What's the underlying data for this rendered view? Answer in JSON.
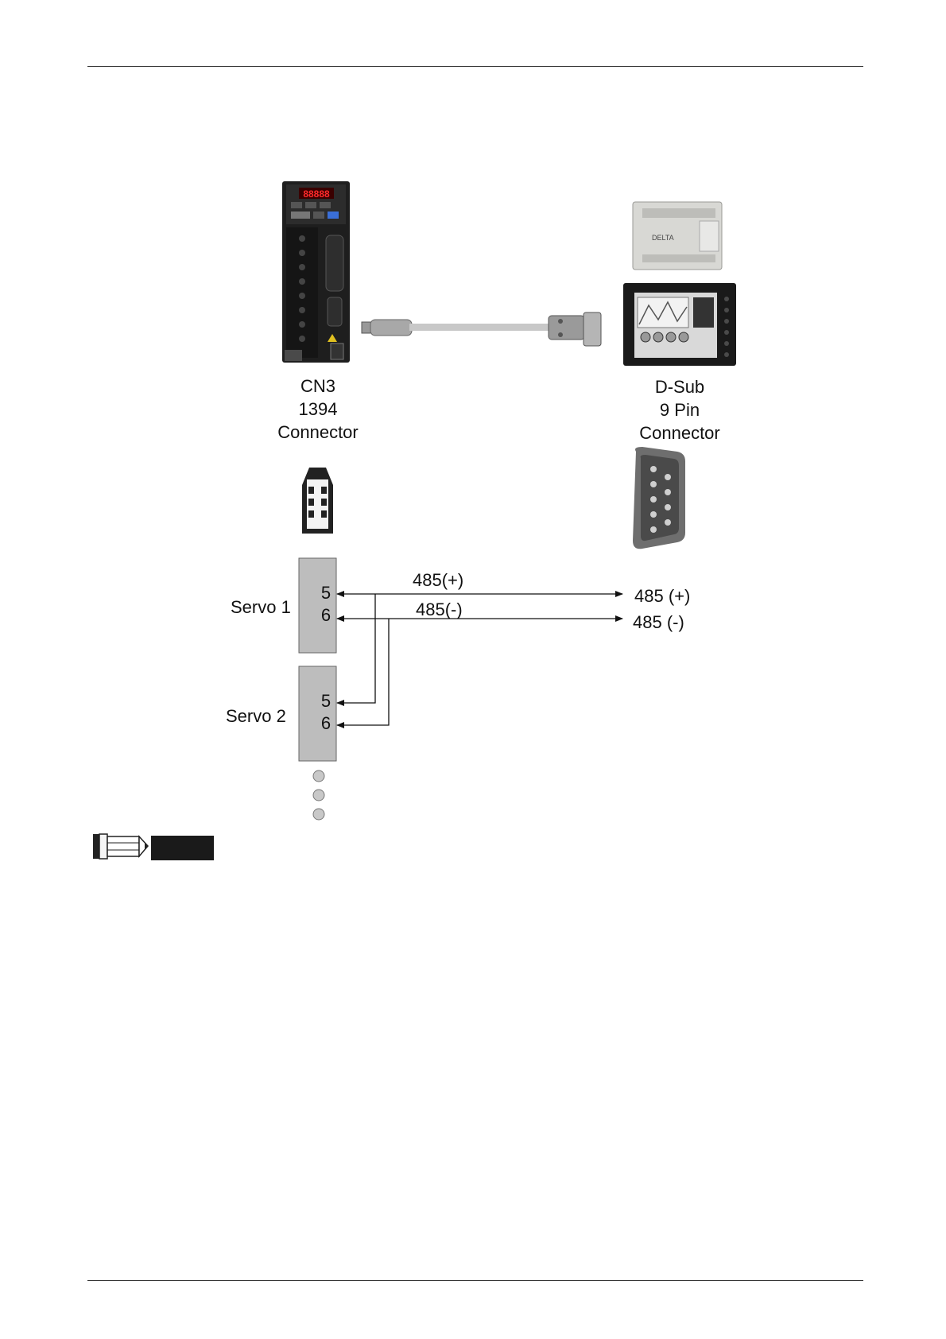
{
  "diagram": {
    "left_connector": {
      "lines": [
        "CN3",
        "1394",
        "Connector"
      ]
    },
    "right_connector": {
      "lines": [
        "D-Sub",
        "9 Pin",
        "Connector"
      ]
    },
    "wiring": {
      "servo1_label": "Servo 1",
      "servo2_label": "Servo 2",
      "pin_plus": "5",
      "pin_minus": "6",
      "line_plus_label": "485(+)",
      "line_minus_label": "485(-)",
      "dest_plus_label": "485 (+)",
      "dest_minus_label": "485 (-)"
    }
  },
  "colors": {
    "terminal_block": "#bdbdbd",
    "drive_body": "#1e1e1e",
    "cable": "#c8c8c8",
    "led_display": "#ff2a2a",
    "hmi_bezel": "#1a1a1a",
    "plc_body": "#d8d8d4"
  }
}
